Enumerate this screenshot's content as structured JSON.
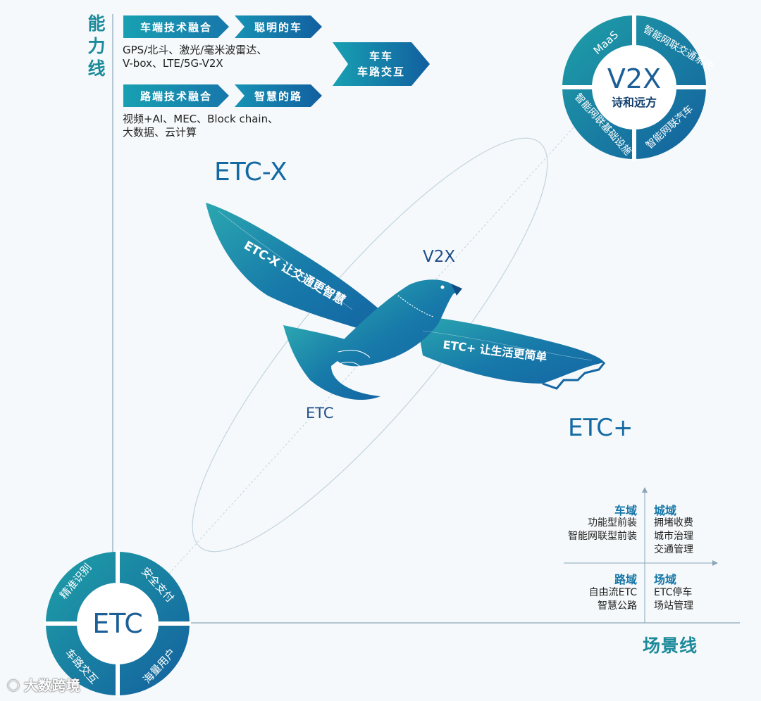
{
  "axes": {
    "y_title": "能力线",
    "x_title": "场景线"
  },
  "top_left": {
    "row1": {
      "chevron_a": "车端技术融合",
      "chevron_b": "聪明的车",
      "desc_line1": "GPS/北斗、激光/毫米波雷达、",
      "desc_line2": "V-box、LTE/5G-V2X"
    },
    "row2": {
      "chevron_a": "路端技术融合",
      "chevron_b": "智慧的路",
      "desc_line1": "视频+AI、MEC、Block chain、",
      "desc_line2": "大数据、云计算"
    },
    "merge": {
      "line1": "车车",
      "line2": "车路交互"
    }
  },
  "v2x_ring": {
    "center_title": "V2X",
    "center_subtitle": "诗和远方",
    "segments": [
      "MaaS",
      "智能网联交通系统",
      "智能网联汽车",
      "智能网联基础设施"
    ]
  },
  "etc_ring": {
    "center_title": "ETC",
    "segments": [
      "精准识别",
      "安全支付",
      "海量用户",
      "车路交互"
    ]
  },
  "labels": {
    "etc_x": "ETC-X",
    "etc_plus": "ETC+",
    "v2x_mid": "V2X",
    "etc_mid": "ETC"
  },
  "eagle": {
    "wing_left_text": "ETC-X 让交通更智慧",
    "wing_right_text": "ETC+ 让生活更简单"
  },
  "quadrants": {
    "car": {
      "title": "车域",
      "items": [
        "功能型前装",
        "智能网联型前装"
      ]
    },
    "city": {
      "title": "城域",
      "items": [
        "拥堵收费",
        "城市治理",
        "交通管理"
      ]
    },
    "road": {
      "title": "路域",
      "items": [
        "自由流ETC",
        "智慧公路"
      ]
    },
    "field": {
      "title": "场域",
      "items": [
        "ETC停车",
        "场站管理"
      ]
    }
  },
  "watermark": "大数跨境",
  "colors": {
    "teal": "#1b8a9a",
    "blue": "#136aa3",
    "deep_blue": "#125f9f",
    "cyan": "#18a0b2"
  }
}
